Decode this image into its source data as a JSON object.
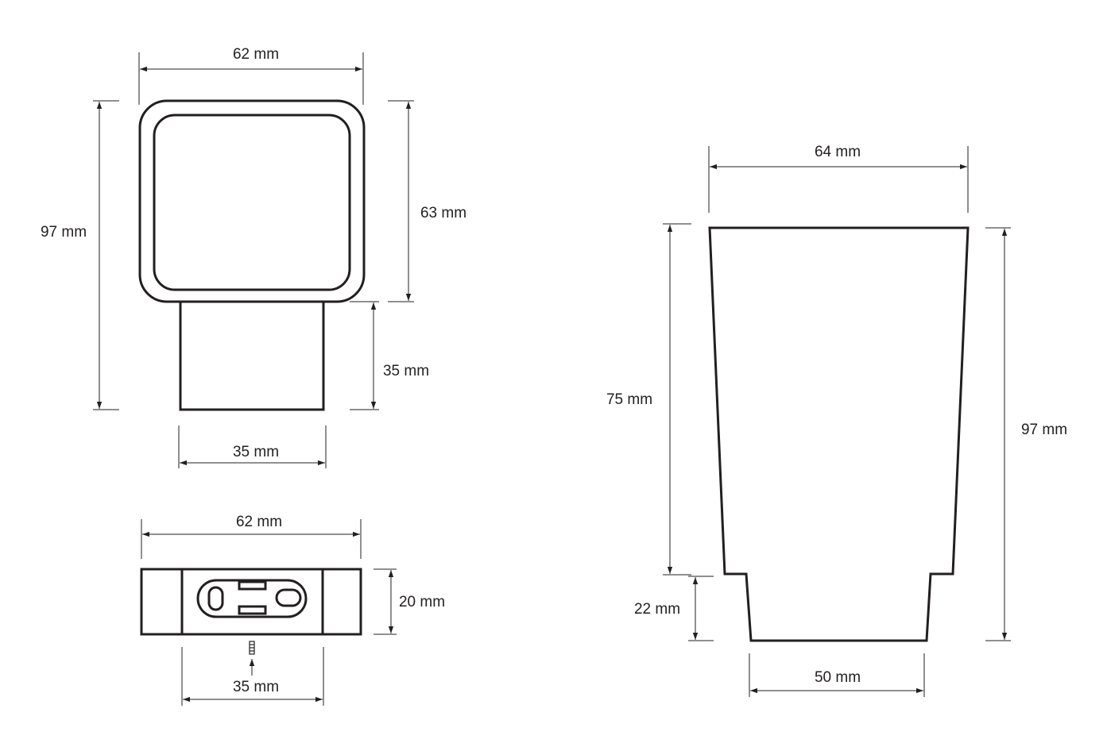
{
  "colors": {
    "line": "#231f20",
    "background": "#ffffff"
  },
  "front_view": {
    "width_top": "62 mm",
    "total_height": "97 mm",
    "head_height": "63 mm",
    "neck_height": "35 mm",
    "neck_width": "35 mm"
  },
  "bottom_view": {
    "width": "62 mm",
    "depth": "20 mm",
    "center_width": "35 mm"
  },
  "side_view": {
    "top_width": "64 mm",
    "upper_height": "75 mm",
    "total_height": "97 mm",
    "base_height": "22 mm",
    "base_width": "50 mm"
  }
}
